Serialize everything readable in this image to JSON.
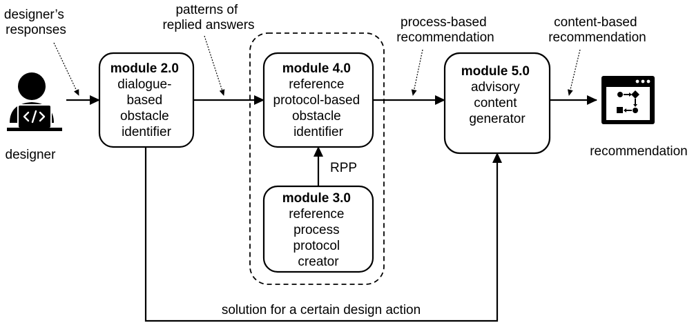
{
  "actors": {
    "designer": "designer",
    "recommendation": "recommendation"
  },
  "icons": {
    "designer": "person-at-laptop-code-icon",
    "recommendation": "flowchart-window-icon"
  },
  "modules": {
    "m2": {
      "title": "module 2.0",
      "lines": [
        "dialogue-",
        "based",
        "obstacle",
        "identifier"
      ]
    },
    "m4": {
      "title": "module 4.0",
      "lines": [
        "reference",
        "protocol-based",
        "obstacle",
        "identifier"
      ]
    },
    "m3": {
      "title": "module 3.0",
      "lines": [
        "reference",
        "process",
        "protocol",
        "creator"
      ]
    },
    "m5": {
      "title": "module 5.0",
      "lines": [
        "advisory",
        "content",
        "generator"
      ]
    }
  },
  "annotations": {
    "designer_responses": [
      "designer’s",
      "responses"
    ],
    "replied_patterns": [
      "patterns of",
      "replied answers"
    ],
    "process_based": [
      "process-based",
      "recommendation"
    ],
    "content_based": [
      "content-based",
      "recommendation"
    ]
  },
  "edges": {
    "rpp": "RPP",
    "solution": "solution for a certain design action"
  }
}
